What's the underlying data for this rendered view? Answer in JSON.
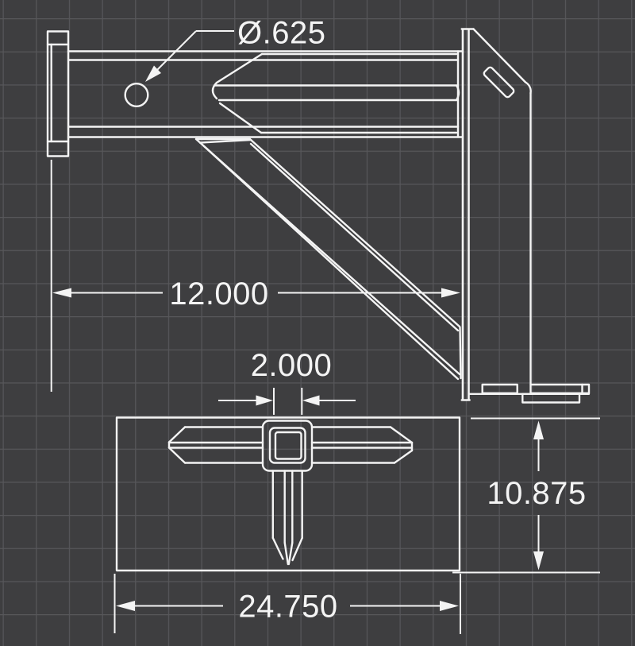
{
  "drawing": {
    "kind": "technical-blueprint",
    "colors": {
      "background": "#3e3e40",
      "grid": "#57575a",
      "line": "#f4f4f4",
      "text": "#f4f4f4"
    },
    "dimensions": {
      "hole_diameter": {
        "label": "Ø.625",
        "value": 0.625
      },
      "receiver_length": {
        "label": "12.000",
        "value": 12.0
      },
      "receiver_opening": {
        "label": "2.000",
        "value": 2.0
      },
      "base_depth": {
        "label": "10.875",
        "value": 10.875
      },
      "base_width": {
        "label": "24.750",
        "value": 24.75
      }
    }
  }
}
